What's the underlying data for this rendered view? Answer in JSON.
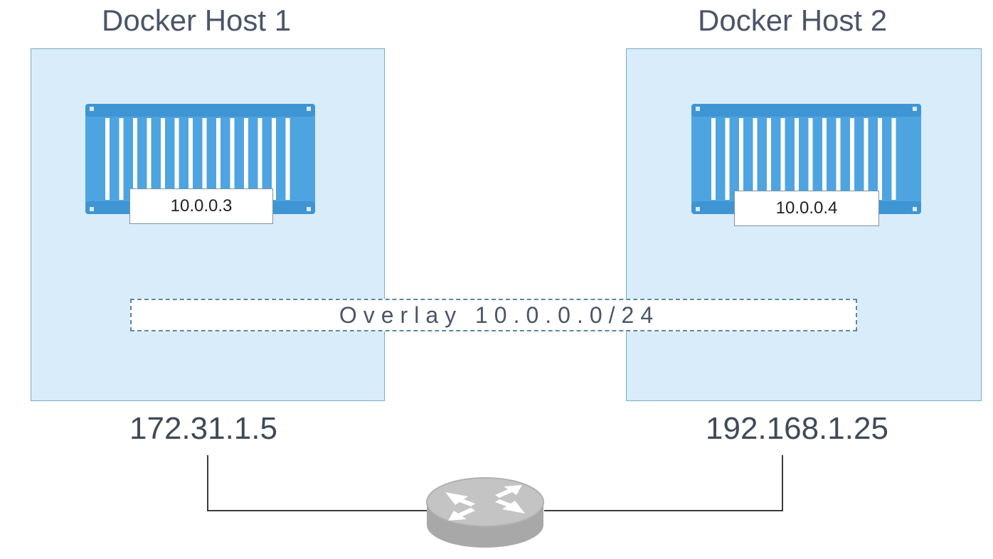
{
  "hosts": [
    {
      "title": "Docker Host 1",
      "host_ip": "172.31.1.5",
      "container_ip": "10.0.0.3"
    },
    {
      "title": "Docker Host 2",
      "host_ip": "192.168.1.25",
      "container_ip": "10.0.0.4"
    }
  ],
  "overlay": {
    "label": "Overlay 10.0.0.0/24"
  },
  "colors": {
    "host_fill": "#d9ecfa",
    "container": "#4ea4e0",
    "overlay_border": "#5b87ab",
    "router": "#b9b9b9",
    "line": "#3c3c3c"
  },
  "icons": {
    "container": "shipping-container-icon",
    "router": "router-icon"
  }
}
